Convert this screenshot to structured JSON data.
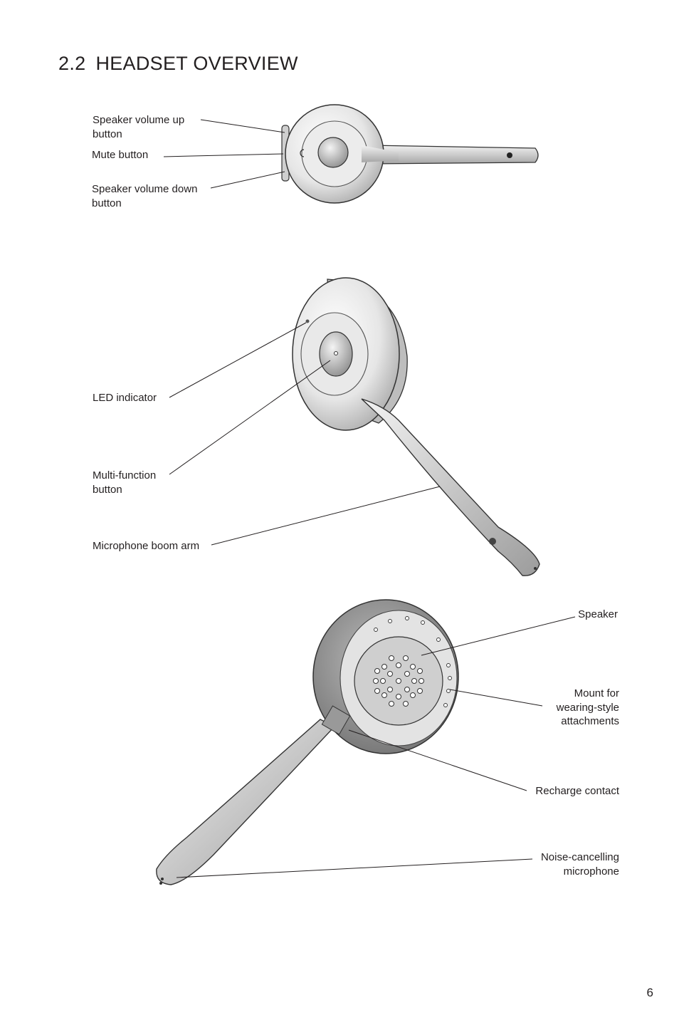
{
  "section": {
    "number": "2.2",
    "title": "HEADSET OVERVIEW"
  },
  "labels": {
    "volume_up": [
      "Speaker volume up",
      "button"
    ],
    "mute": [
      "Mute button"
    ],
    "volume_down": [
      "Speaker volume down",
      "button"
    ],
    "led": [
      "LED indicator"
    ],
    "multi_function": [
      "Multi-function",
      "button"
    ],
    "boom_arm": [
      "Microphone boom arm"
    ],
    "speaker": [
      "Speaker"
    ],
    "mount": [
      "Mount for",
      "wearing-style",
      "attachments"
    ],
    "recharge": [
      "Recharge contact"
    ],
    "microphone": [
      "Noise-cancelling",
      "microphone"
    ]
  },
  "page_number": "6"
}
